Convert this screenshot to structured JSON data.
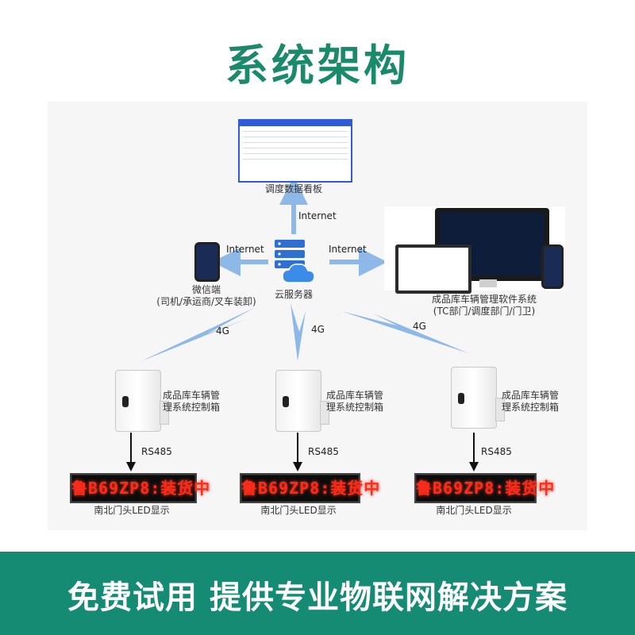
{
  "title": "系统架构",
  "footer": "免费试用 提供专业物联网解决方案",
  "nodes": {
    "dashboard": "调度数据看板",
    "cloud": "云服务器",
    "wechat_line1": "微信端",
    "wechat_line2": "(司机/承运商/叉车装卸)",
    "software_line1": "成品库车辆管理软件系统",
    "software_line2": "(TC部门/调度部门/门卫)",
    "cabinet_line1": "成品库车辆管",
    "cabinet_line2": "理系统控制箱",
    "led_caption": "南北门头LED显示",
    "led_text": "鲁B69ZP8:装货中"
  },
  "edges": {
    "internet": "Internet",
    "cellular": "4G",
    "serial": "RS485"
  },
  "colors": {
    "title_green": "#1b8a6b",
    "footer_green": "#168b74",
    "arrow_blue": "#8db8e8",
    "led_red": "#ff2a1a"
  },
  "icons": [
    "server-icon",
    "cloud-icon",
    "phone-icon",
    "monitor-icon",
    "laptop-icon",
    "cabinet-icon",
    "led-display"
  ]
}
